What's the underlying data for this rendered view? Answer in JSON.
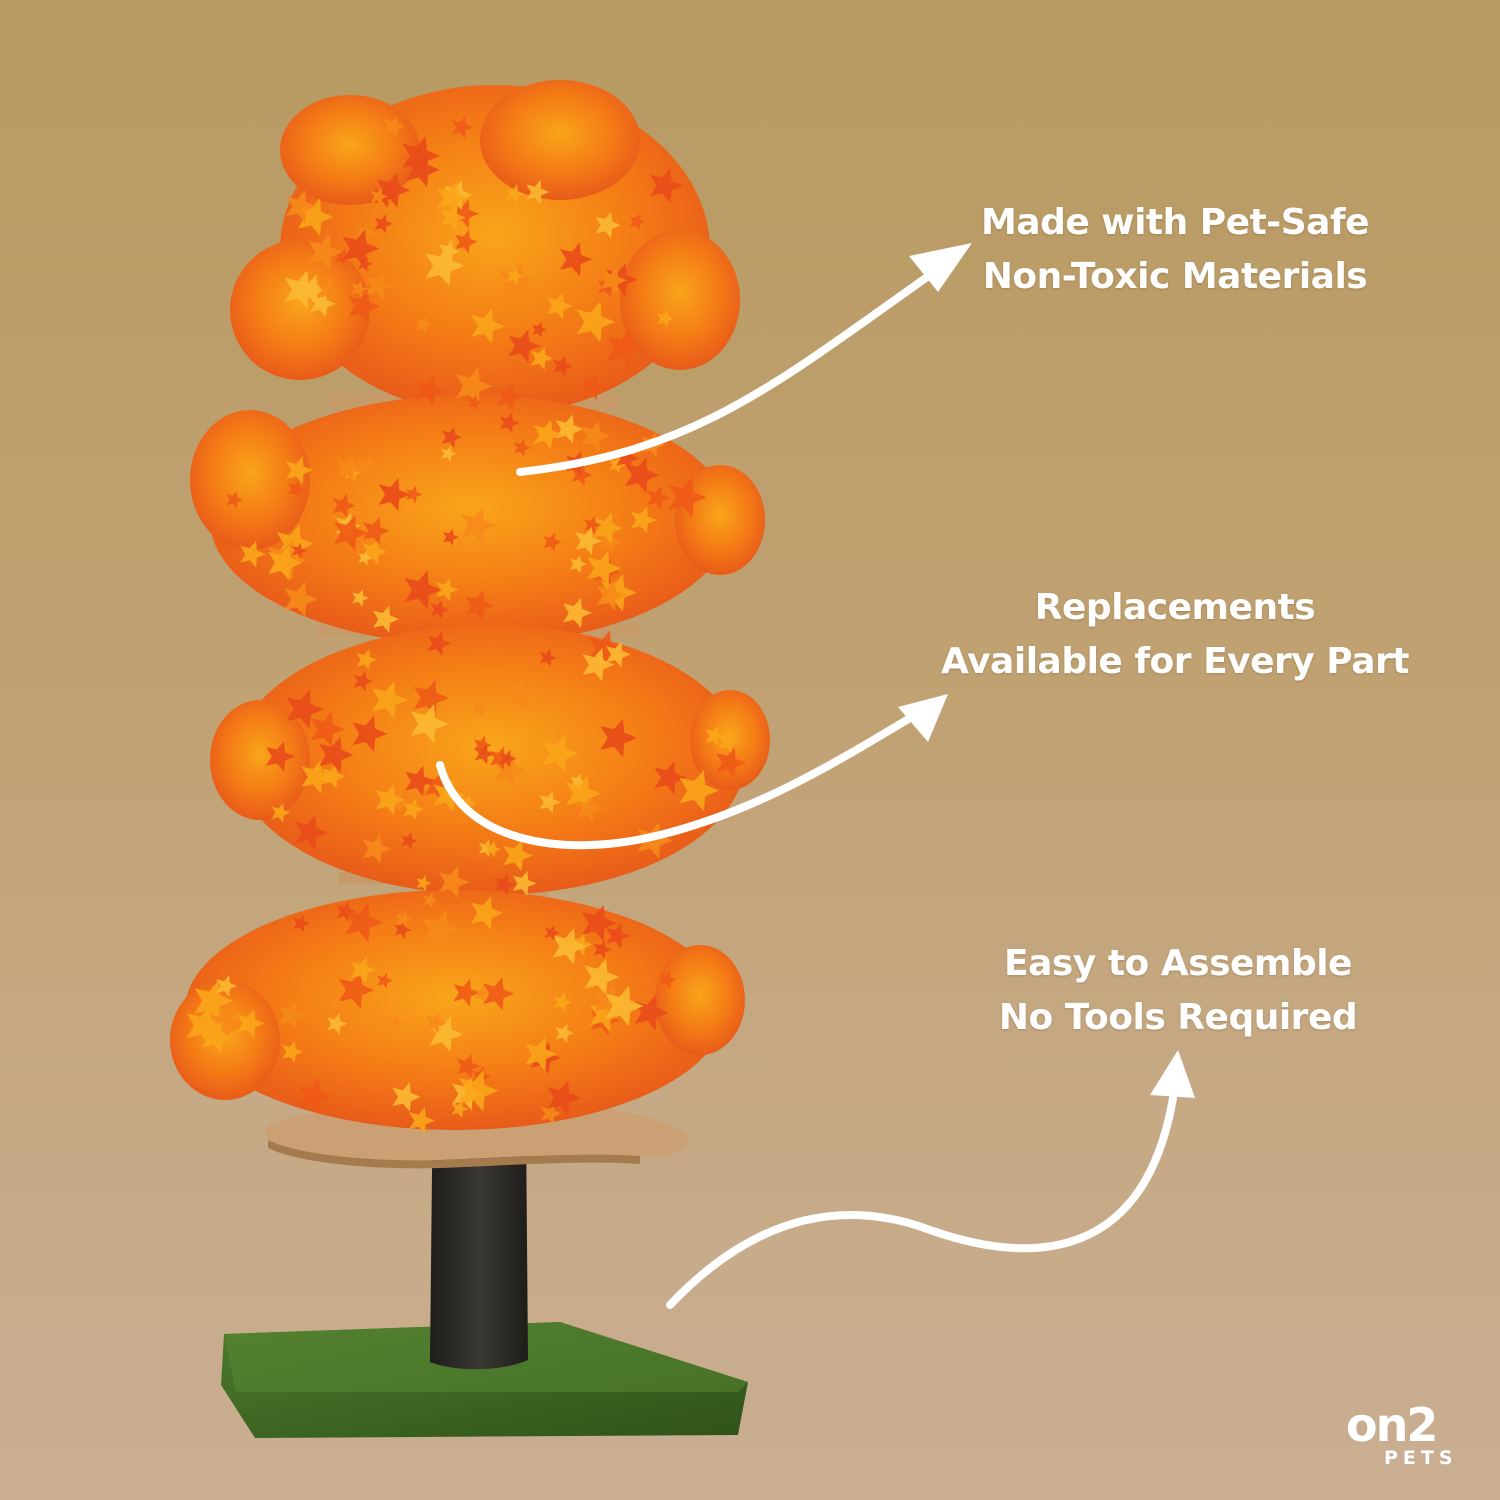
{
  "callouts": [
    {
      "line1": "Made with Pet-Safe",
      "line2": "Non-Toxic Materials"
    },
    {
      "line1": "Replacements",
      "line2": "Available for Every Part"
    },
    {
      "line1": "Easy to Assemble",
      "line2": "No Tools Required"
    }
  ],
  "brand": {
    "mark": "on2",
    "sub": "PETS"
  },
  "colors": {
    "background_top": "#b89a62",
    "background_bottom": "#c9ae92",
    "leaf_orange": "#f06a14",
    "leaf_yellow": "#f9a51a",
    "trunk": "#2c2b27",
    "shelf": "#c79a6a",
    "grass": "#3f6b25",
    "text": "#ffffff"
  }
}
